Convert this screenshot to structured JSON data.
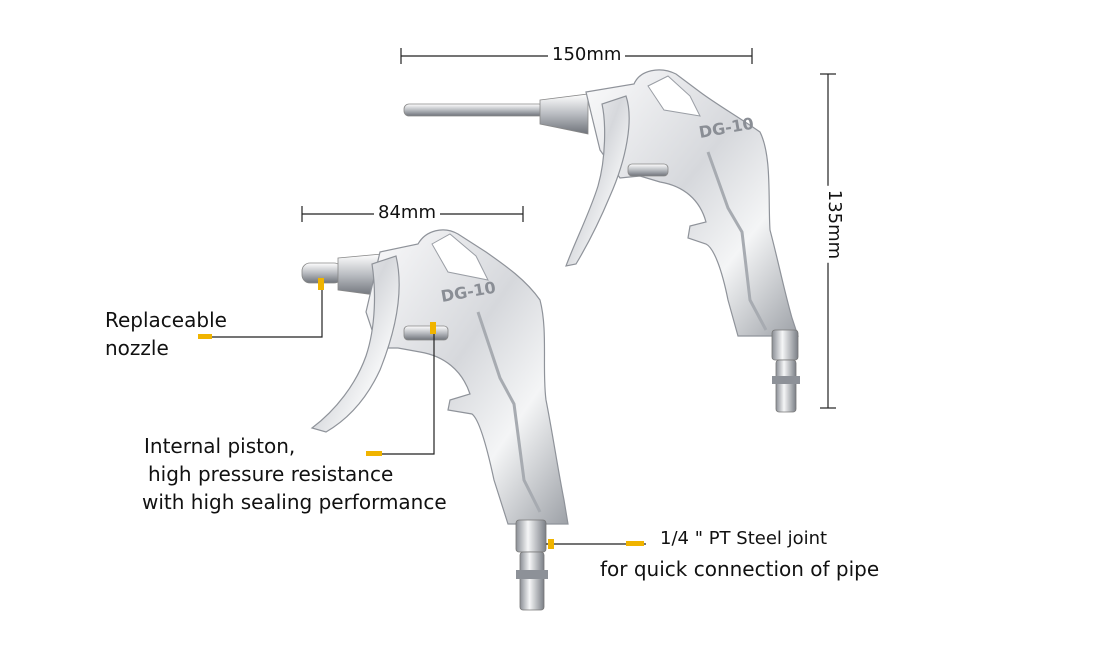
{
  "dimensions": {
    "top_length": "150mm",
    "front_length": "84mm",
    "height": "135mm"
  },
  "labels": {
    "nozzle_line1": "Replaceable",
    "nozzle_line2": "nozzle",
    "piston_line1": "Internal piston,",
    "piston_line2": "high pressure resistance",
    "piston_line3": "with high sealing performance",
    "joint_line1": "1/4 \" PT Steel joint",
    "joint_line2": "for quick connection of pipe"
  },
  "gun_marking": "DG-10",
  "colors": {
    "accent": "#f0b400",
    "metal_light": "#f2f3f5",
    "metal_mid": "#c9ccd1",
    "metal_dark": "#7d8188",
    "line": "#222222"
  }
}
